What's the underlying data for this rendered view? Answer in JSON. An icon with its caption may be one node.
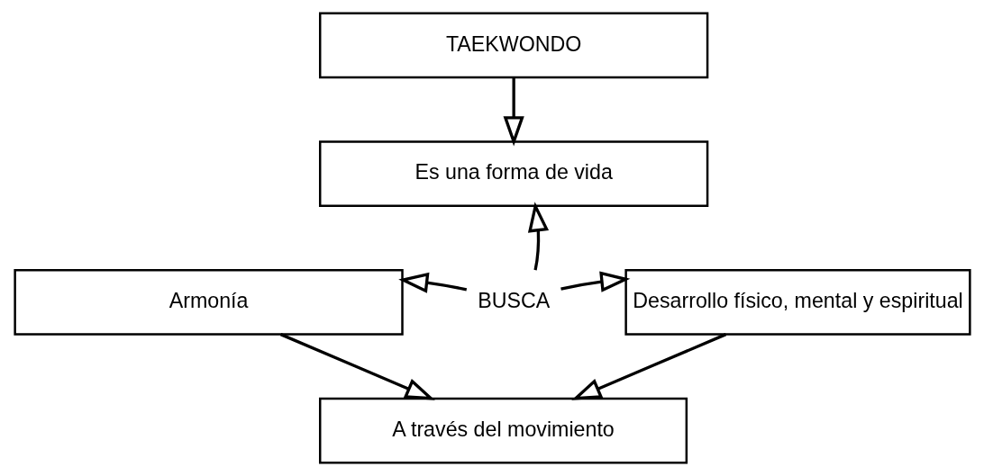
{
  "diagram": {
    "nodes": [
      {
        "text": [
          "TAEKWONDO"
        ]
      },
      {
        "text": [
          "Es una forma de vida"
        ]
      },
      {
        "text": [
          "BUSCA"
        ]
      },
      {
        "text": [
          "Armonía"
        ]
      },
      {
        "text": [
          "Desarrollo físico, mental y espiritual"
        ]
      },
      {
        "text": [
          "A través del movimiento"
        ]
      }
    ],
    "edges": [
      {
        "from": 0,
        "to": 1,
        "arrow": "to"
      },
      {
        "from": 2,
        "to": 1,
        "arrow": "to"
      },
      {
        "from": 2,
        "to": 3,
        "arrow": "to"
      },
      {
        "from": 2,
        "to": 4,
        "arrow": "to"
      },
      {
        "from": 3,
        "to": 5,
        "arrow": "to"
      },
      {
        "from": 4,
        "to": 5,
        "arrow": "to"
      }
    ]
  }
}
